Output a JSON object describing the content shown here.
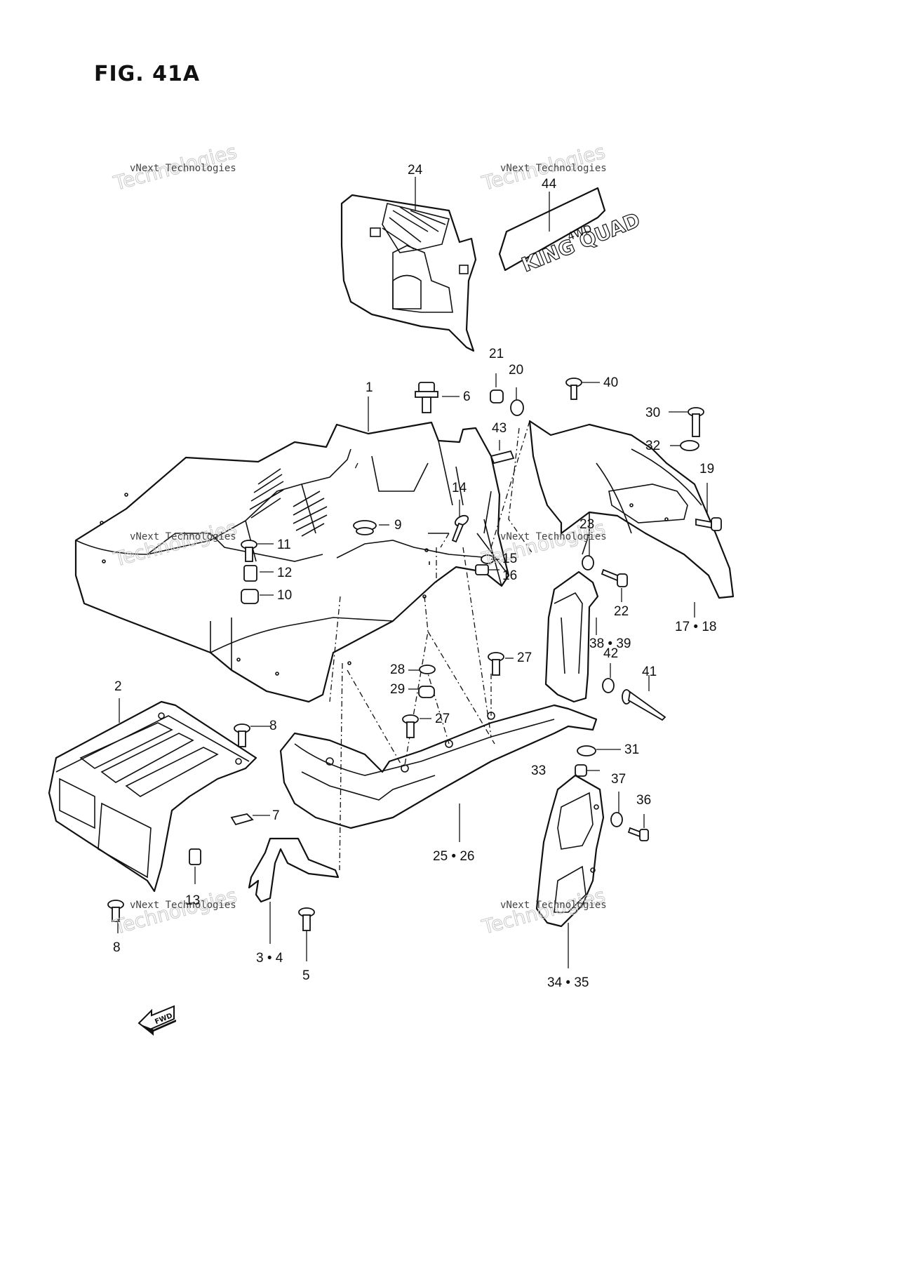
{
  "figure": {
    "title": "FIG. 41A"
  },
  "watermark": {
    "text": "vNext Technologies"
  },
  "decal_text": {
    "main": "KING QUAD",
    "sub": "4WD"
  },
  "fwd_label": "FWD",
  "callouts": {
    "c1": "1",
    "c2": "2",
    "c3_4": "3 • 4",
    "c5": "5",
    "c6": "6",
    "c7": "7",
    "c8a": "8",
    "c8b": "8",
    "c9": "9",
    "c10": "10",
    "c11": "11",
    "c12": "12",
    "c13": "13",
    "c14": "14",
    "c15": "15",
    "c16": "16",
    "c17_18": "17 • 18",
    "c19": "19",
    "c20": "20",
    "c21": "21",
    "c22": "22",
    "c23": "23",
    "c24": "24",
    "c25_26": "25 • 26",
    "c27a": "27",
    "c27b": "27",
    "c28": "28",
    "c29": "29",
    "c30": "30",
    "c31": "31",
    "c32": "32",
    "c33": "33",
    "c34_35": "34 • 35",
    "c36": "36",
    "c37": "37",
    "c38_39": "38 • 39",
    "c40": "40",
    "c41": "41",
    "c42": "42",
    "c43": "43",
    "c44": "44"
  }
}
